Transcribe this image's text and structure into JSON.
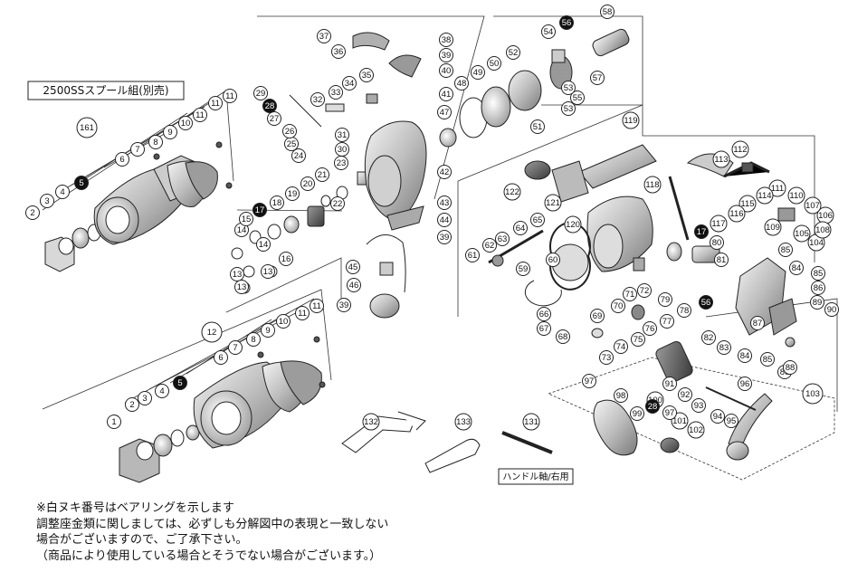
{
  "title_box": "2500SSスプール組(別売)",
  "handle_note": "ハンドル軸/右用",
  "notes": [
    "※白ヌキ番号はベアリングを示します",
    "調整座金類に関しましては、必ずしも分解図中の表現と一致しない",
    "場合がございますので、ご了承下さい。",
    "（商品により使用している場合とそうでない場合がございます。）"
  ],
  "group_labels": {
    "spool_option": "161",
    "spool": "12",
    "handle": "103"
  },
  "bearing_marker_color": "#111111",
  "part_numbers": [
    "1",
    "2",
    "3",
    "4",
    "5",
    "6",
    "7",
    "8",
    "9",
    "10",
    "11",
    "12",
    "13",
    "14",
    "15",
    "16",
    "17",
    "18",
    "19",
    "20",
    "21",
    "22",
    "23",
    "24",
    "25",
    "26",
    "27",
    "28",
    "29",
    "30",
    "31",
    "32",
    "33",
    "34",
    "35",
    "36",
    "37",
    "38",
    "39",
    "40",
    "41",
    "42",
    "43",
    "44",
    "45",
    "46",
    "47",
    "48",
    "49",
    "50",
    "51",
    "52",
    "53",
    "54",
    "55",
    "56",
    "57",
    "58",
    "59",
    "60",
    "61",
    "62",
    "63",
    "64",
    "65",
    "66",
    "67",
    "68",
    "69",
    "70",
    "71",
    "72",
    "73",
    "74",
    "75",
    "76",
    "77",
    "78",
    "79",
    "80",
    "81",
    "82",
    "83",
    "84",
    "85",
    "86",
    "87",
    "88",
    "89",
    "90",
    "91",
    "92",
    "93",
    "94",
    "95",
    "96",
    "97",
    "98",
    "99",
    "100",
    "101",
    "102",
    "103",
    "104",
    "105",
    "106",
    "107",
    "108",
    "109",
    "110",
    "111",
    "112",
    "113",
    "114",
    "115",
    "116",
    "117",
    "118",
    "119",
    "120",
    "121",
    "122",
    "131",
    "132",
    "133",
    "161"
  ],
  "bearing_parts": [
    "5",
    "17",
    "28",
    "56"
  ]
}
